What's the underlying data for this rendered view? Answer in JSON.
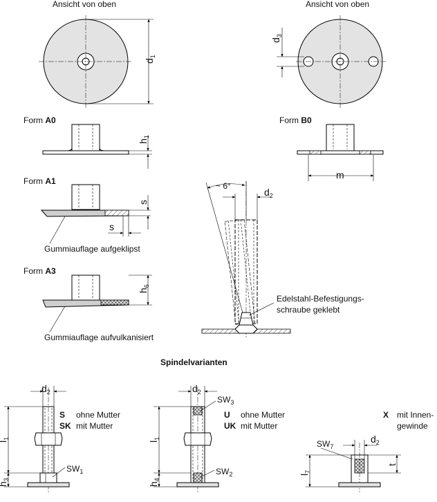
{
  "views": {
    "top_left_title": "Ansicht von oben",
    "top_right_title": "Ansicht von oben"
  },
  "dims": {
    "d1": {
      "main": "d",
      "sub": "1"
    },
    "d3": {
      "main": "d",
      "sub": "3"
    },
    "h1": {
      "main": "h",
      "sub": "1"
    },
    "h6": {
      "main": "h",
      "sub": "6"
    },
    "d2": {
      "main": "d",
      "sub": "2"
    },
    "m": "m",
    "s": "s",
    "angle": "~ 6°"
  },
  "forms": {
    "a0_prefix": "Form ",
    "a0_code": "A0",
    "b0_prefix": "Form ",
    "b0_code": "B0",
    "a1_prefix": "Form ",
    "a1_code": "A1",
    "a3_prefix": "Form ",
    "a3_code": "A3"
  },
  "notes": {
    "rubber_clipped": "Gummiauflage aufgeklipst",
    "rubber_vulcanized": "Gummiauflage aufvulkanisiert",
    "screw_line1": "Edelstahl-Befestigungs-",
    "screw_line2": "schraube geklebt"
  },
  "spindle": {
    "title": "Spindelvarianten",
    "s_code": "S",
    "s_text": "ohne Mutter",
    "sk_code": "SK",
    "sk_text": "mit Mutter",
    "u_code": "U",
    "u_text": "ohne Mutter",
    "uk_code": "UK",
    "uk_text": "mit Mutter",
    "x_code": "X",
    "x_text_line1": "mit Innen-",
    "x_text_line2": "gewinde",
    "l1": {
      "main": "l",
      "sub": "1"
    },
    "l7": {
      "main": "l",
      "sub": "7"
    },
    "h3": {
      "main": "h",
      "sub": "3"
    },
    "h4": {
      "main": "h",
      "sub": "4"
    },
    "t": "t",
    "sw1": {
      "main": "SW",
      "sub": "1"
    },
    "sw2": {
      "main": "SW",
      "sub": "2"
    },
    "sw3": {
      "main": "SW",
      "sub": "3"
    },
    "sw7": {
      "main": "SW",
      "sub": "7"
    }
  }
}
